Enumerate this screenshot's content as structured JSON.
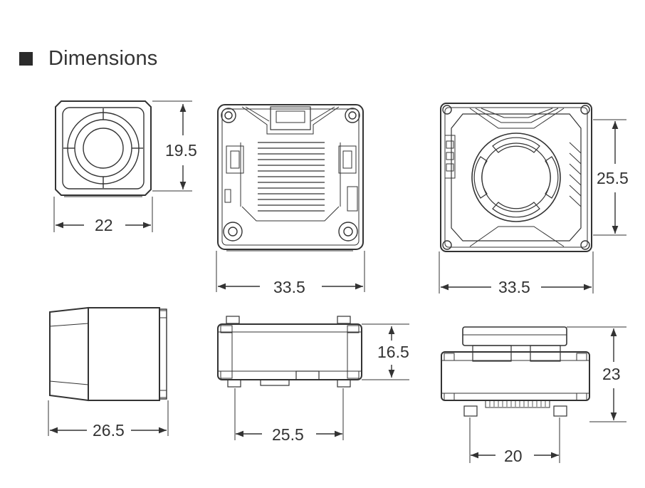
{
  "header": {
    "bullet_icon": "filled-square-icon",
    "title": "Dimensions"
  },
  "colors": {
    "line": "#333333",
    "light_line": "#666666",
    "fill": "#ffffff"
  },
  "dimensions": {
    "front_height": "19.5",
    "front_width": "22",
    "top_width": "33.5",
    "bottom_height": "25.5",
    "bottom_width": "33.5",
    "side_length": "26.5",
    "side2_height": "16.5",
    "side2_width": "25.5",
    "rear_height": "23",
    "rear_width": "20"
  }
}
